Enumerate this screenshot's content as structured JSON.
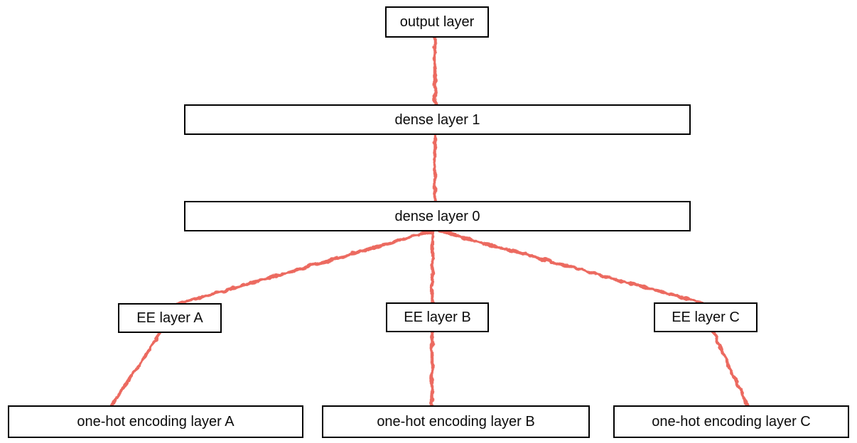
{
  "nodes": {
    "output_layer": {
      "label": "output layer"
    },
    "dense_layer_1": {
      "label": "dense layer 1"
    },
    "dense_layer_0": {
      "label": "dense layer 0"
    },
    "ee_layer_a": {
      "label": "EE layer A"
    },
    "ee_layer_b": {
      "label": "EE layer B"
    },
    "ee_layer_c": {
      "label": "EE layer C"
    },
    "onehot_layer_a": {
      "label": "one-hot encoding layer A"
    },
    "onehot_layer_b": {
      "label": "one-hot encoding layer B"
    },
    "onehot_layer_c": {
      "label": "one-hot encoding layer C"
    }
  },
  "edges": [
    {
      "from": "dense_layer_1",
      "to": "output_layer"
    },
    {
      "from": "dense_layer_0",
      "to": "dense_layer_1"
    },
    {
      "from": "ee_layer_a",
      "to": "dense_layer_0"
    },
    {
      "from": "ee_layer_b",
      "to": "dense_layer_0"
    },
    {
      "from": "ee_layer_c",
      "to": "dense_layer_0"
    },
    {
      "from": "onehot_layer_a",
      "to": "ee_layer_a"
    },
    {
      "from": "onehot_layer_b",
      "to": "ee_layer_b"
    },
    {
      "from": "onehot_layer_c",
      "to": "ee_layer_c"
    }
  ],
  "colors": {
    "edge": "#ec6a60",
    "box_border": "#000000",
    "box_fill": "#ffffff",
    "text": "#0b0b0b"
  }
}
